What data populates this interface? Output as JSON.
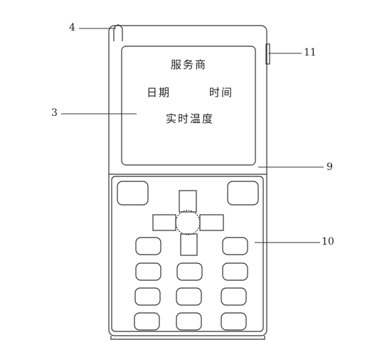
{
  "screen": {
    "provider": "服务商",
    "date": "日期",
    "time": "时间",
    "temperature": "实时温度"
  },
  "callouts": {
    "antenna": "4",
    "screen": "3",
    "side_button": "11",
    "body_divider": "9",
    "keypad": "10"
  }
}
